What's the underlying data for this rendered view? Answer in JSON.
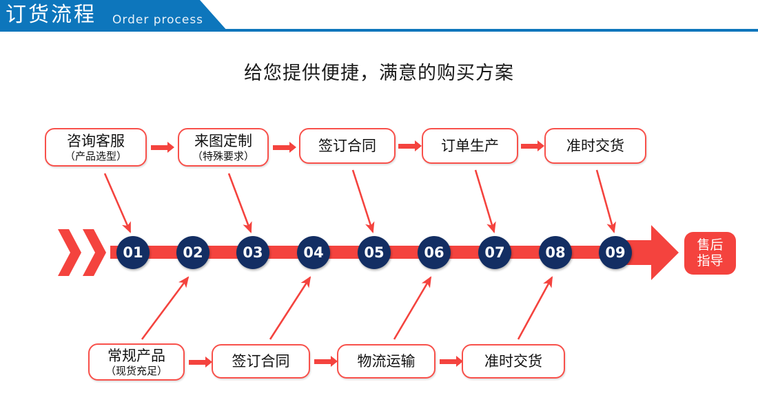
{
  "header": {
    "title_cn": "订货流程",
    "title_en": "Order process",
    "brand_blue": "#0d76bc"
  },
  "subtitle": "给您提供便捷，满意的购买方案",
  "colors": {
    "red": "#f4433e",
    "box_border": "#f8504a",
    "navy": "#132e63",
    "white": "#ffffff"
  },
  "top_row": [
    {
      "line1": "咨询客服",
      "line2": "（产品选型）"
    },
    {
      "line1": "来图定制",
      "line2": "（特殊要求）"
    },
    {
      "line1": "签订合同",
      "line2": ""
    },
    {
      "line1": "订单生产",
      "line2": ""
    },
    {
      "line1": "准时交货",
      "line2": ""
    }
  ],
  "bottom_row": [
    {
      "line1": "常规产品",
      "line2": "（现货充足）"
    },
    {
      "line1": "签订合同",
      "line2": ""
    },
    {
      "line1": "物流运输",
      "line2": ""
    },
    {
      "line1": "准时交货",
      "line2": ""
    }
  ],
  "timeline": {
    "steps": [
      "01",
      "02",
      "03",
      "04",
      "05",
      "06",
      "07",
      "08",
      "09"
    ],
    "end_label_line1": "售后",
    "end_label_line2": "指导"
  }
}
